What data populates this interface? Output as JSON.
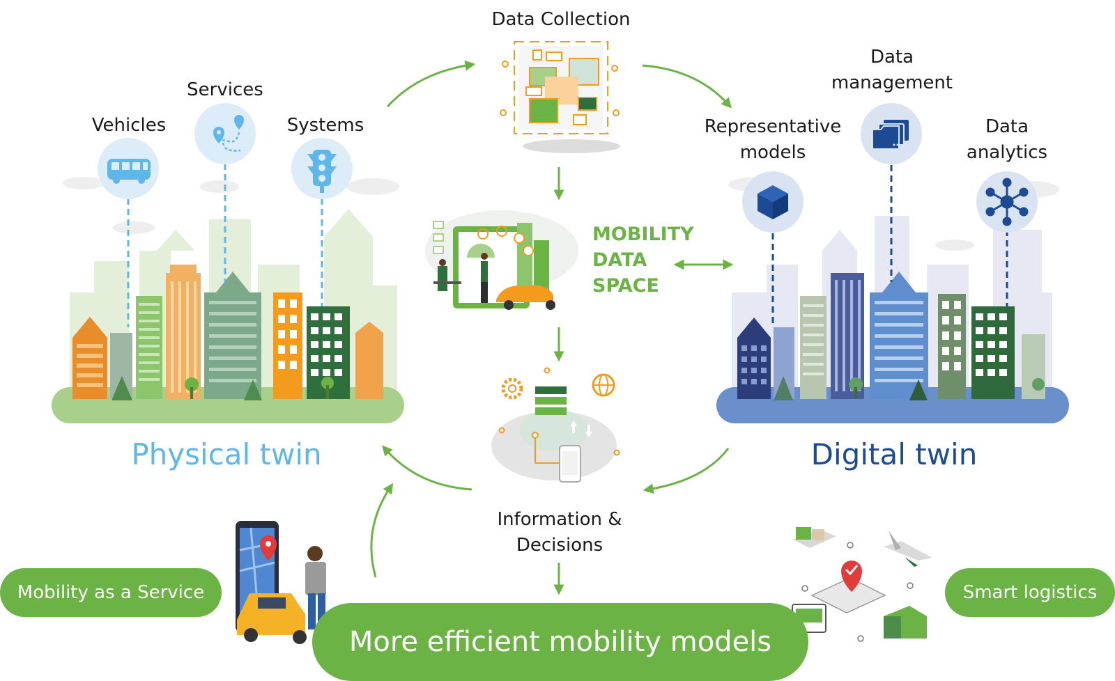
{
  "physical": {
    "title": "Physical twin",
    "vehicles": "Vehicles",
    "services": "Services",
    "systems": "Systems",
    "icons": [
      "bus-icon",
      "route-pin-icon",
      "traffic-light-icon"
    ]
  },
  "digital": {
    "title": "Digital twin",
    "representative_line1": "Representative",
    "representative_line2": "models",
    "management_line1": "Data",
    "management_line2": "management",
    "analytics_line1": "Data",
    "analytics_line2": "analytics",
    "icons": [
      "cube-icon",
      "folders-icon",
      "network-hub-icon"
    ]
  },
  "center": {
    "collection": "Data Collection",
    "space_line1": "MOBILITY",
    "space_line2": "DATA",
    "space_line3": "SPACE",
    "info_line1": "Information &",
    "info_line2": "Decisions"
  },
  "bottom": {
    "main": "More efficient mobility models",
    "left": "Mobility as a Service",
    "right": "Smart logistics"
  },
  "colors": {
    "green": "#6bb344",
    "light_blue": "#5fb6e8",
    "dark_blue": "#1c4a93",
    "orange": "#f29b1d"
  }
}
